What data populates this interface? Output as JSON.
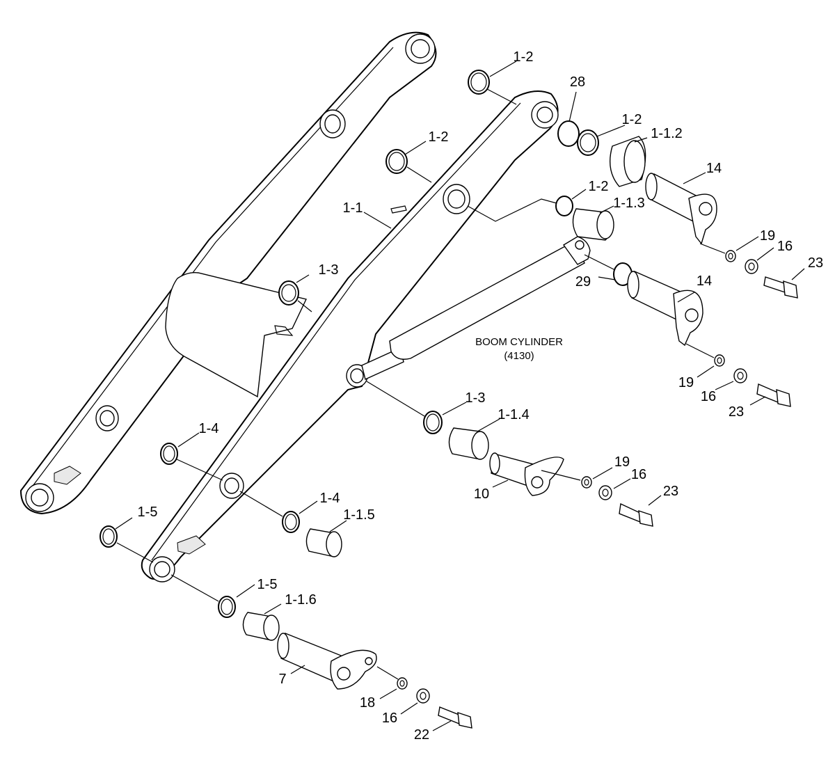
{
  "diagram": {
    "caption": {
      "title": "BOOM CYLINDER",
      "ref": "(4130)"
    },
    "labels": [
      "1-2",
      "28",
      "1-2",
      "1-1.2",
      "14",
      "1-2",
      "1-2",
      "1-1.3",
      "1-1",
      "19",
      "16",
      "23",
      "1-3",
      "14",
      "29",
      "19",
      "16",
      "23",
      "1-3",
      "1-1.4",
      "19",
      "16",
      "23",
      "10",
      "1-4",
      "1-4",
      "1-1.5",
      "1-5",
      "1-5",
      "1-1.6",
      "7",
      "18",
      "16",
      "22"
    ]
  }
}
